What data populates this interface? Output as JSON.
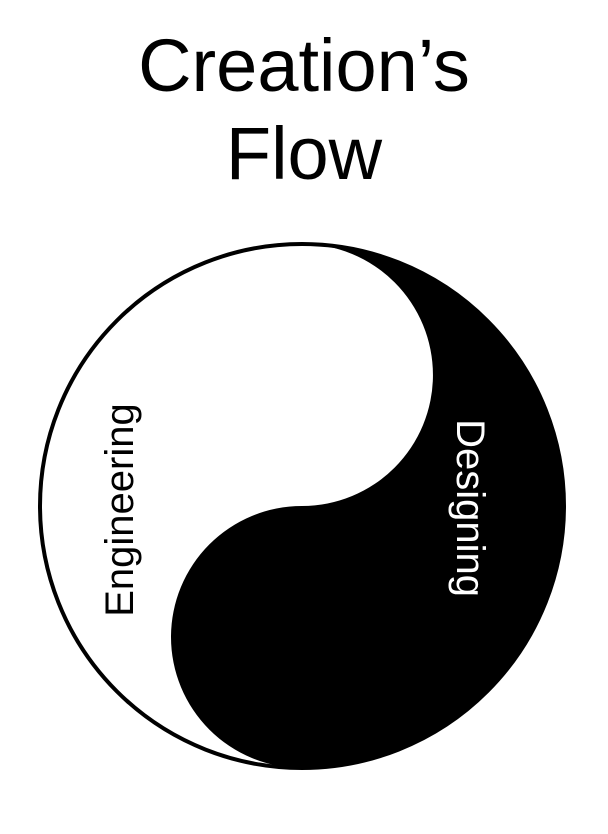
{
  "title": {
    "line1": "Creation’s",
    "line2": "Flow"
  },
  "diagram": {
    "symbol": "yin-yang",
    "left_label": "Engineering",
    "right_label": "Designing",
    "colors": {
      "dark": "#000000",
      "light": "#ffffff"
    }
  }
}
